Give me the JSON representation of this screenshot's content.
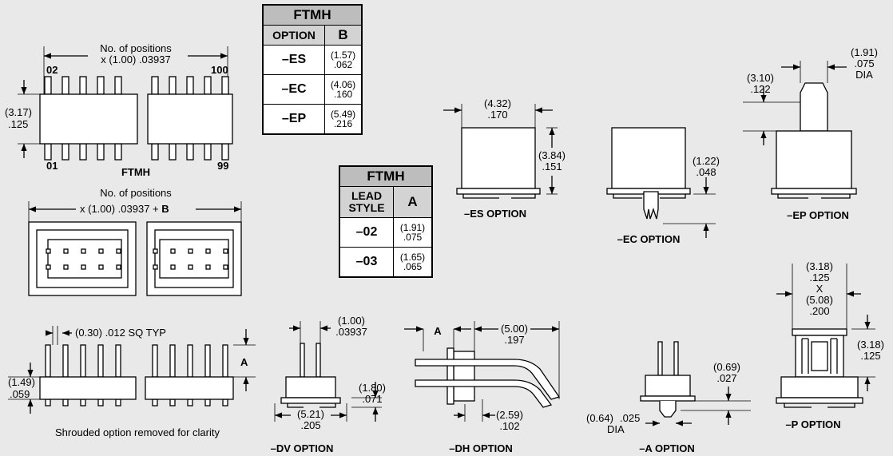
{
  "table_b": {
    "title": "FTMH",
    "col1": "OPTION",
    "col2": "B",
    "rows": [
      {
        "option": "–ES",
        "mm": "(1.57)",
        "in": ".062"
      },
      {
        "option": "–EC",
        "mm": "(4.06)",
        "in": ".160"
      },
      {
        "option": "–EP",
        "mm": "(5.49)",
        "in": ".216"
      }
    ]
  },
  "table_a": {
    "title": "FTMH",
    "col1_line1": "LEAD",
    "col1_line2": "STYLE",
    "col2": "A",
    "rows": [
      {
        "option": "–02",
        "mm": "(1.91)",
        "in": ".075"
      },
      {
        "option": "–03",
        "mm": "(1.65)",
        "in": ".065"
      }
    ]
  },
  "top_view": {
    "positions_line1": "No. of positions",
    "positions_line2": "x (1.00) .03937",
    "pin_02": "02",
    "pin_100": "100",
    "pin_01": "01",
    "pin_99": "99",
    "height_mm": "(3.17)",
    "height_in": ".125",
    "caption": "FTMH"
  },
  "shrouded_view": {
    "positions_line1": "No. of positions",
    "positions_line2_prefix": "x (1.00) .03937 + ",
    "positions_line2_bold": "B"
  },
  "side_view": {
    "pin_size": "(0.30) .012 SQ TYP",
    "height_mm": "(1.49)",
    "height_in": ".059",
    "a_label": "A",
    "note": "Shrouded option removed for clarity"
  },
  "es_option": {
    "width_mm": "(4.32)",
    "width_in": ".170",
    "height_mm": "(3.84)",
    "height_in": ".151",
    "caption": "–ES OPTION"
  },
  "ec_option": {
    "dim_mm": "(1.22)",
    "dim_in": ".048",
    "caption": "–EC OPTION"
  },
  "ep_option": {
    "dia_mm": "(1.91)",
    "dia_in": ".075",
    "dia_label": "DIA",
    "height_mm": "(3.10)",
    "height_in": ".122",
    "caption": "–EP OPTION"
  },
  "dv_option": {
    "pitch_mm": "(1.00)",
    "pitch_in": ".03937",
    "base_mm": "(5.21)",
    "base_in": ".205",
    "height_mm": "(1.80)",
    "height_in": ".071",
    "caption": "–DV OPTION"
  },
  "dh_option": {
    "a_label": "A",
    "len_mm": "(5.00)",
    "len_in": ".197",
    "off_mm": "(2.59)",
    "off_in": ".102",
    "caption": "–DH OPTION"
  },
  "a_option": {
    "dim_mm": "(0.69)",
    "dim_in": ".027",
    "dia_mm": "(0.64)",
    "dia_in": ".025",
    "dia_label": "DIA",
    "caption": "–A OPTION"
  },
  "p_option": {
    "w1_mm": "(3.18)",
    "w1_in": ".125",
    "x_label": "X",
    "w2_mm": "(5.08)",
    "w2_in": ".200",
    "h_mm": "(3.18)",
    "h_in": ".125",
    "caption": "–P OPTION"
  }
}
